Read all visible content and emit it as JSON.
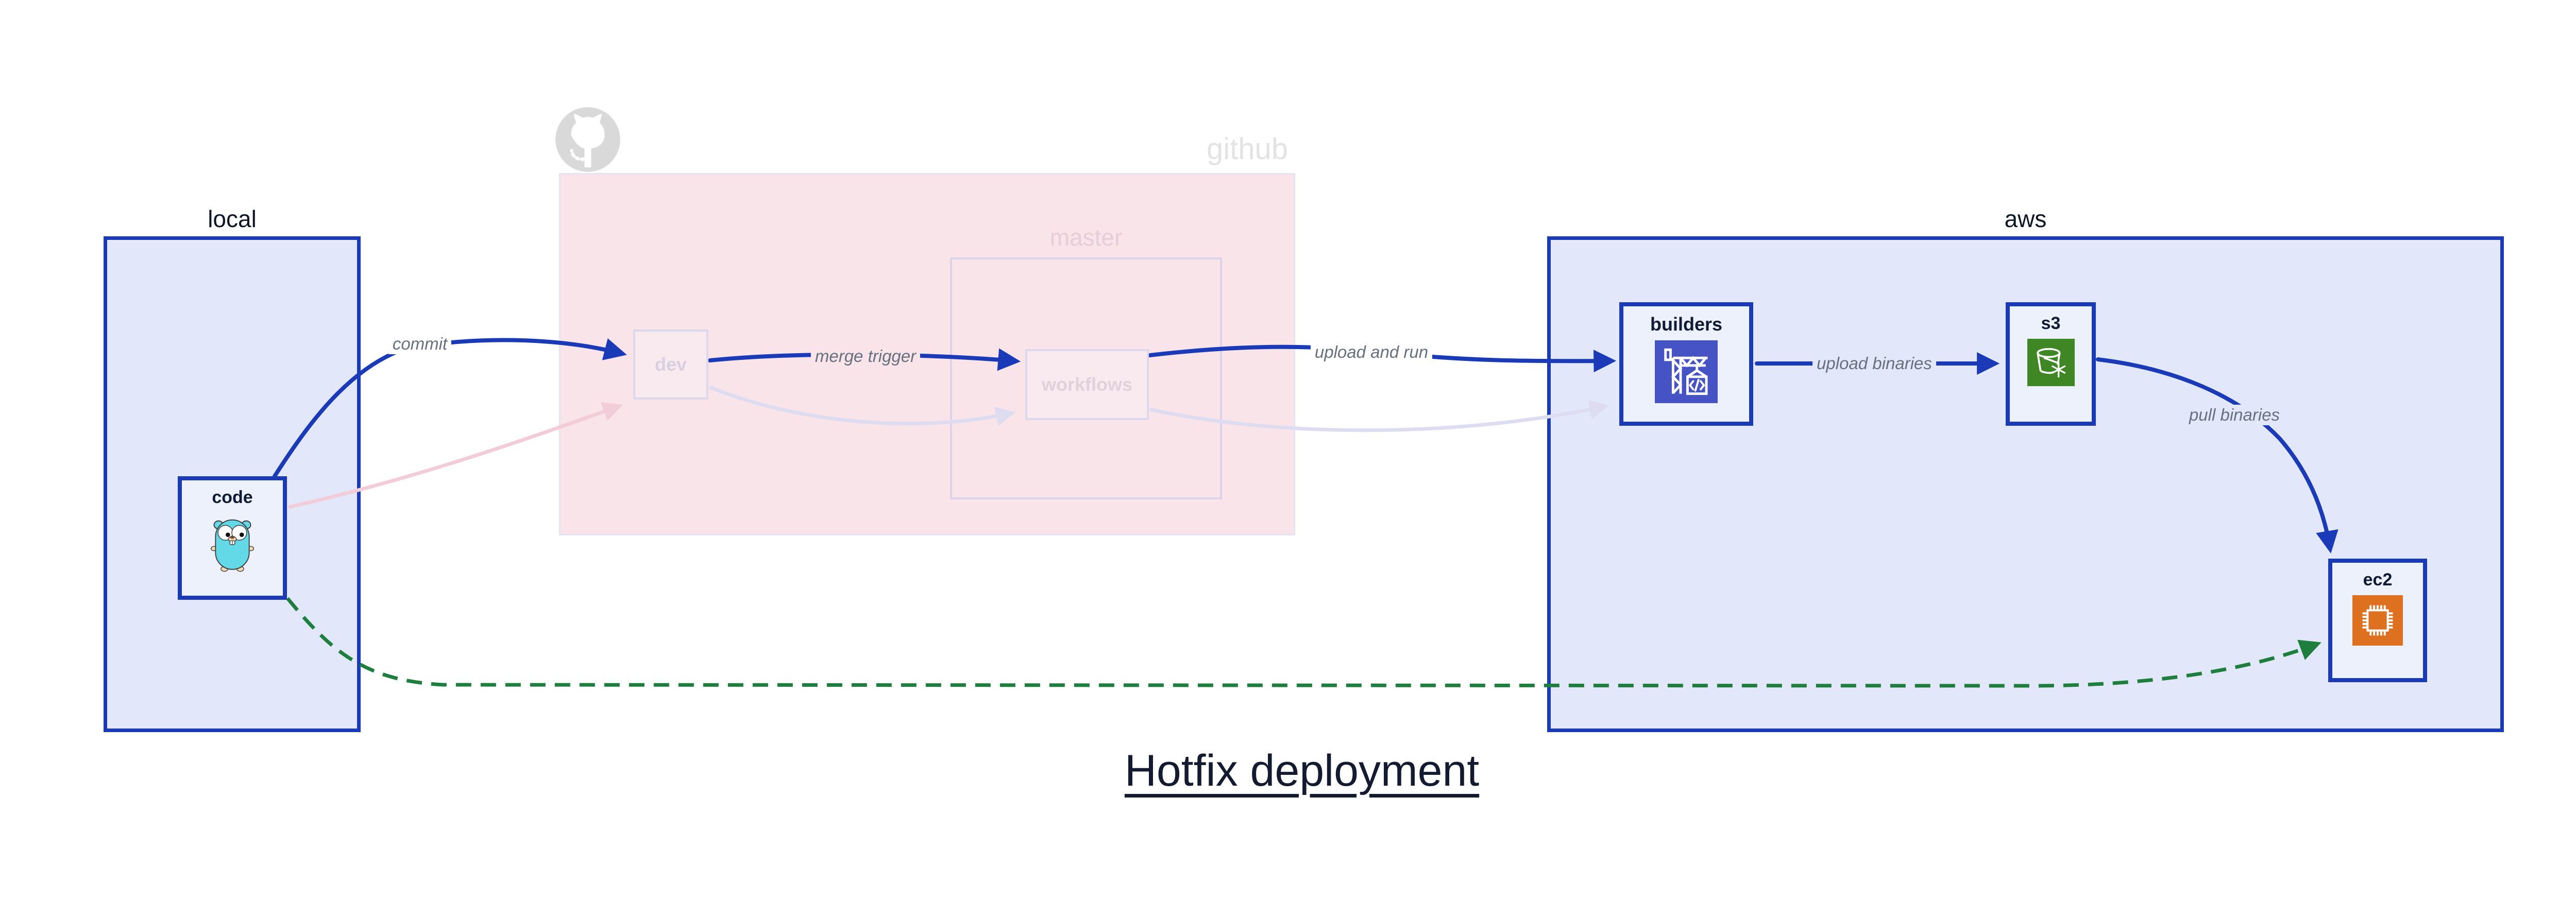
{
  "title": "Hotfix deployment",
  "regions": {
    "local": {
      "label": "local"
    },
    "github": {
      "label": "github",
      "master_label": "master"
    },
    "aws": {
      "label": "aws"
    }
  },
  "nodes": {
    "code": {
      "label": "code",
      "icon": "go-gopher"
    },
    "dev": {
      "label": "dev"
    },
    "workflows": {
      "label": "workflows"
    },
    "builders": {
      "label": "builders",
      "icon": "aws-codebuild"
    },
    "s3": {
      "label": "s3",
      "icon": "aws-s3-glacier"
    },
    "ec2": {
      "label": "ec2",
      "icon": "aws-ec2"
    }
  },
  "edges": {
    "commit": {
      "label": "commit"
    },
    "merge_trigger": {
      "label": "merge trigger"
    },
    "upload_and_run": {
      "label": "upload and run"
    },
    "upload_binaries": {
      "label": "upload binaries"
    },
    "pull_binaries": {
      "label": "pull binaries"
    }
  },
  "colors": {
    "edge_blue": "#1b3ab8",
    "edge_green_dashed": "#1e7e3e",
    "faded_pink_edge": "#f2cdd9",
    "faded_lavender_edge": "#dddcf1",
    "region_fill_blue": "#e2e8f9",
    "region_fill_pink": "#f9e4e9",
    "node_fill": "#edf1fb",
    "codebuild_icon_bg": "#4553c4",
    "s3_glacier_icon_bg": "#3f8624",
    "ec2_icon_bg": "#dd711f",
    "gopher_teal": "#63d8e6"
  }
}
